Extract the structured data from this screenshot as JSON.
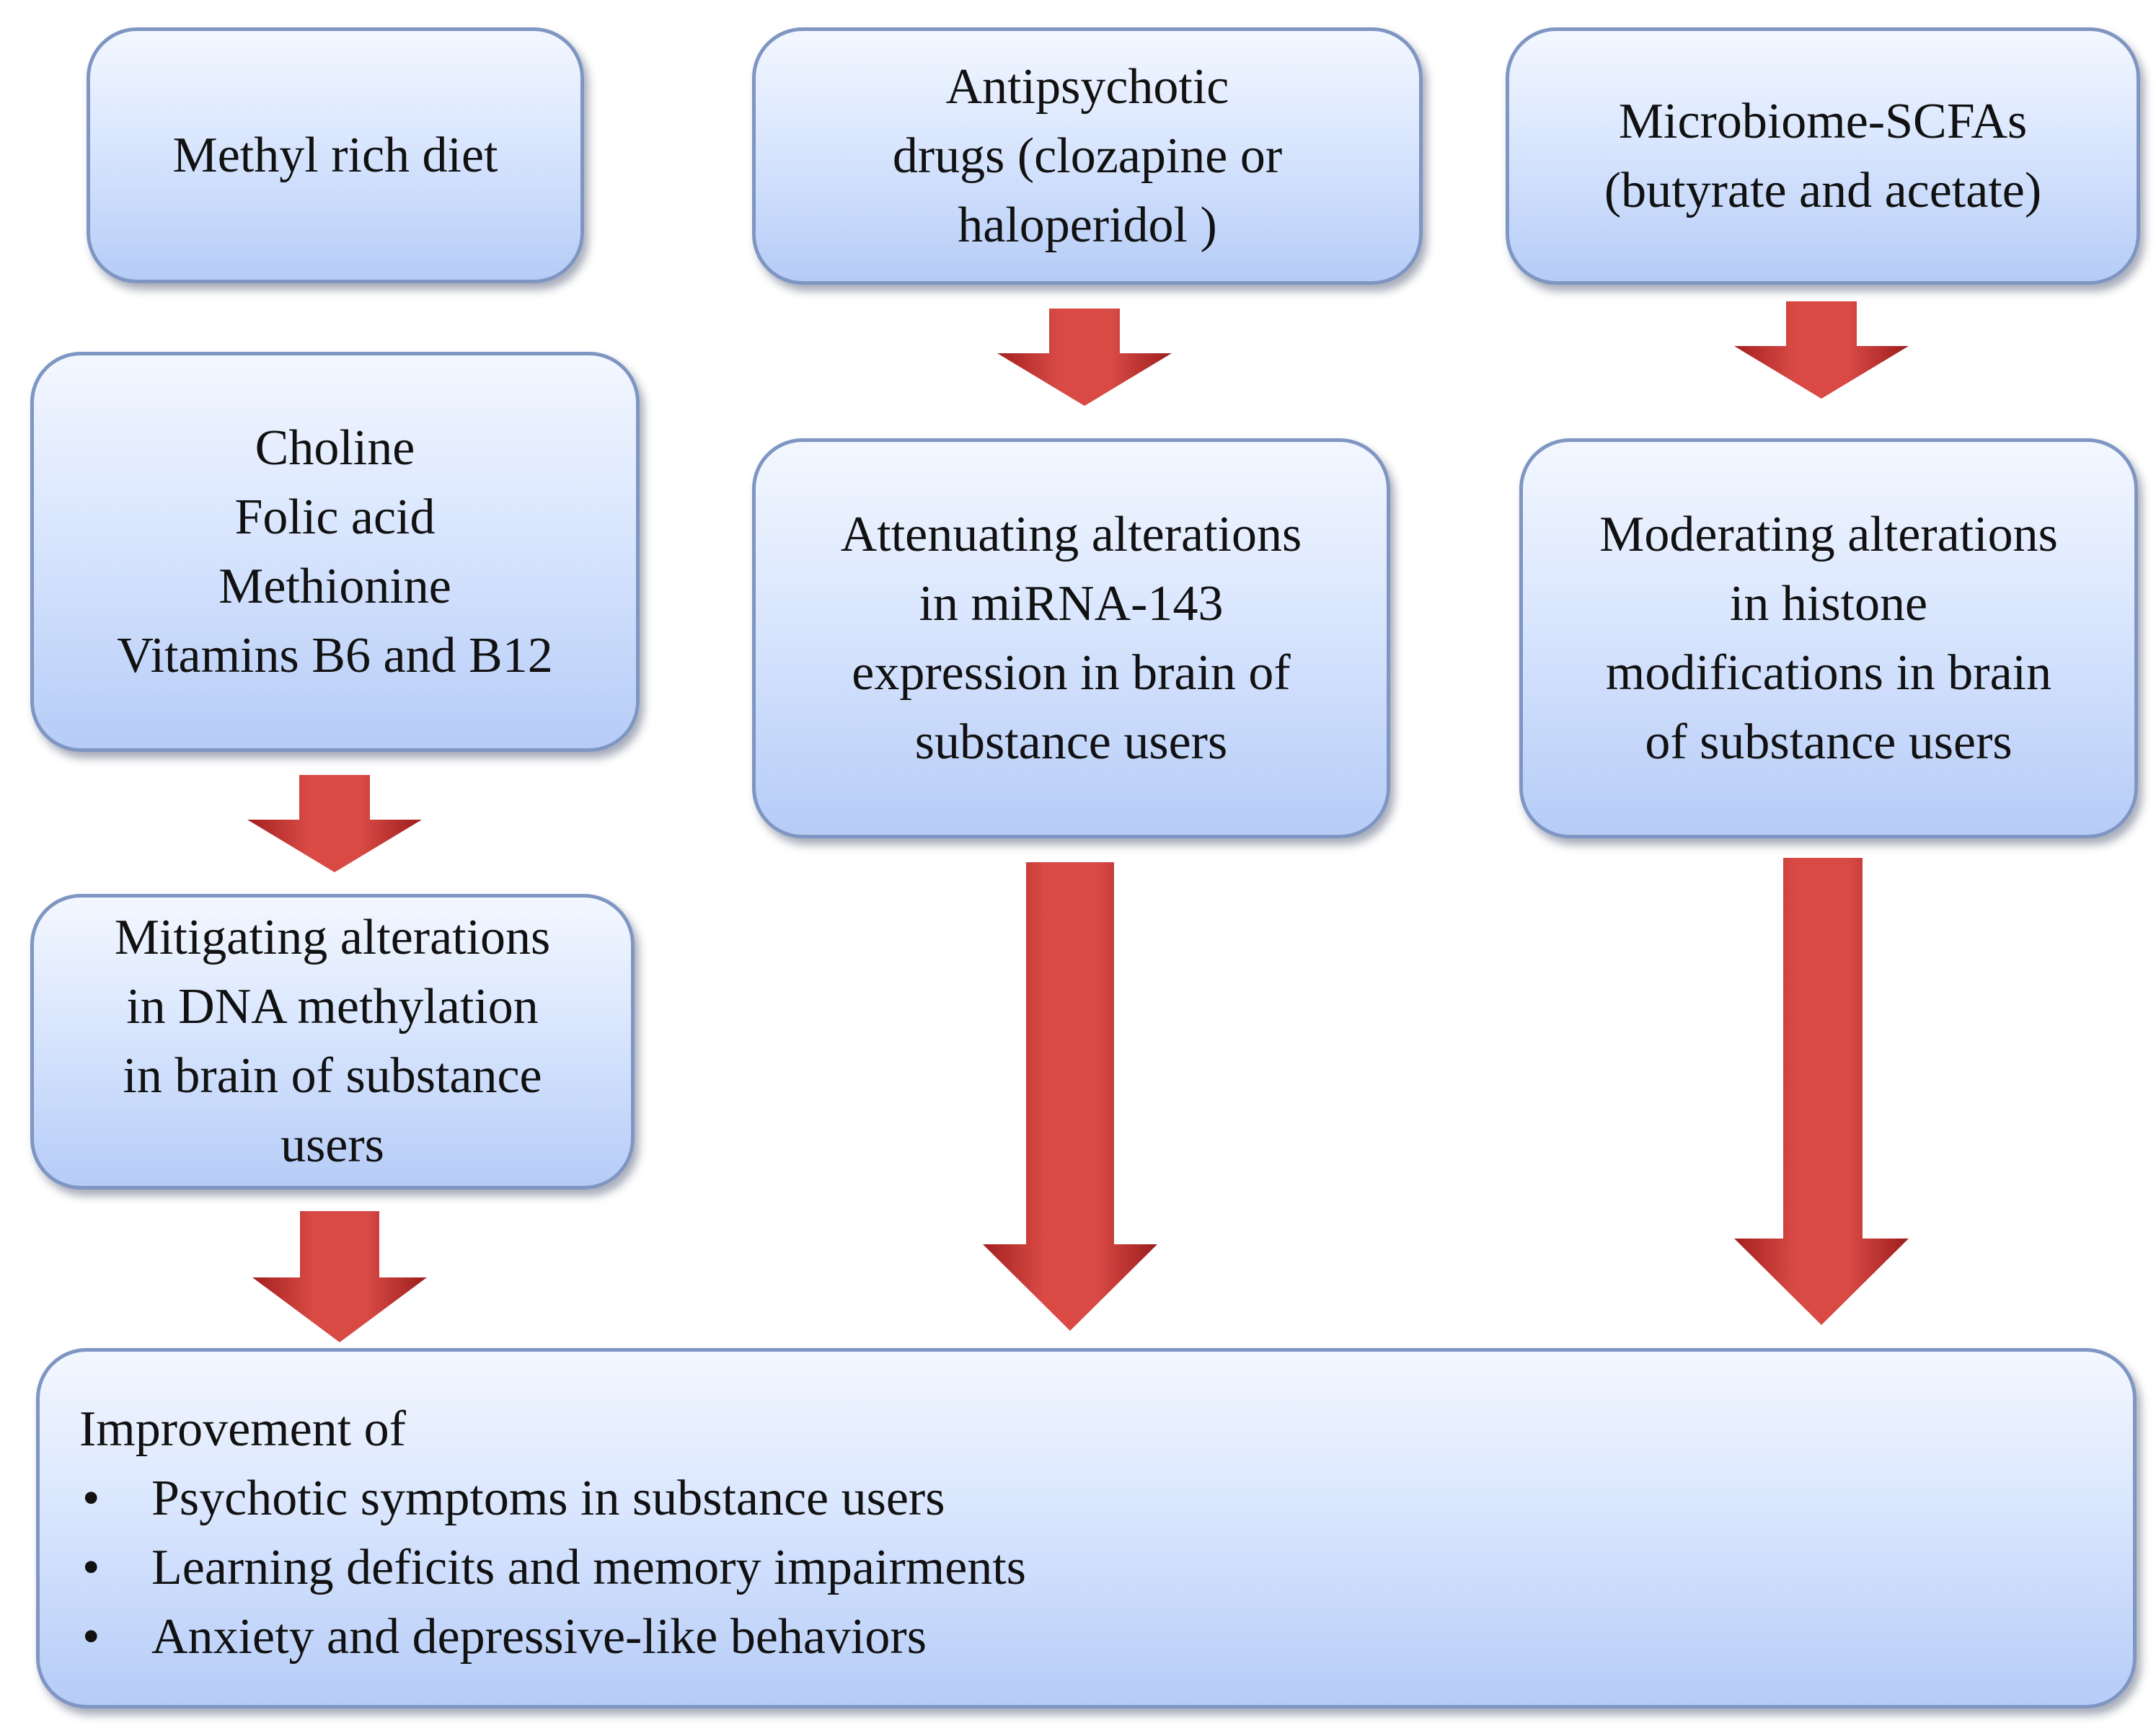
{
  "boxes": {
    "methyl_diet": {
      "lines": [
        "Methyl rich diet"
      ]
    },
    "antipsychotic": {
      "lines": [
        "Antipsychotic",
        "drugs (clozapine or",
        "haloperidol )"
      ]
    },
    "microbiome": {
      "lines": [
        "Microbiome-SCFAs",
        "(butyrate and acetate)"
      ]
    },
    "nutrients": {
      "lines": [
        "Choline",
        "Folic acid",
        "Methionine",
        "Vitamins  B6 and B12"
      ]
    },
    "mirna": {
      "lines": [
        "Attenuating alterations",
        "in miRNA-143",
        "expression in brain of",
        "substance users"
      ]
    },
    "histone": {
      "lines": [
        "Moderating alterations",
        "in histone",
        "modifications  in brain",
        "of substance users"
      ]
    },
    "dna_methylation": {
      "lines": [
        "Mitigating  alterations",
        "in DNA methylation",
        "in brain of substance",
        "users"
      ]
    },
    "improvement": {
      "heading": "Improvement of",
      "bullet_symbol": "•",
      "items": [
        "Psychotic  symptoms in substance users",
        "Learning deficits and memory impairments",
        "Anxiety and depressive-like behaviors"
      ]
    }
  },
  "colors": {
    "box_border": "#7f96c2",
    "box_gradient_top": "#f3f7ff",
    "box_gradient_bottom": "#b6ccf7",
    "arrow_light": "#d94a45",
    "arrow_dark": "#9c1e1e"
  }
}
